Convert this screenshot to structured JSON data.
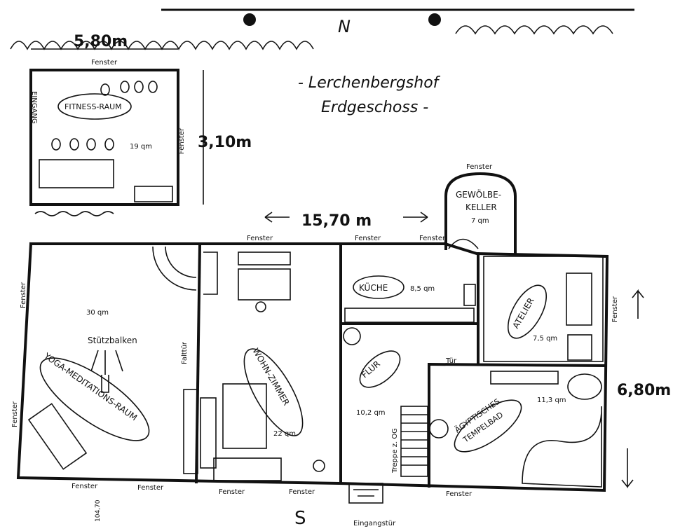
{
  "title": {
    "line1": "- Lerchenbergshof",
    "line2": "Erdgeschoss -"
  },
  "compass": {
    "north": "N",
    "south": "S"
  },
  "dimensions": {
    "top_width": "5,80m",
    "top_height": "3,10m",
    "main_width": "15,70 m",
    "main_height": "6,80m"
  },
  "fitness": {
    "name": "FITNESS-RAUM",
    "entrance": "EINGANG",
    "area": "19 qm",
    "window": "Fenster",
    "window_right": "Fenster"
  },
  "cellar": {
    "name_line1": "GEWÖLBE-",
    "name_line2": "KELLER",
    "area": "7 qm",
    "window": "Fenster"
  },
  "yoga": {
    "name": "YOGA-MEDITATIONS-RAUM",
    "area": "30 qm",
    "beam": "Stützbalken"
  },
  "living": {
    "name": "WOHN-ZIMMER",
    "area": "22 qm",
    "door": "Falttür"
  },
  "kitchen": {
    "name": "KÜCHE",
    "area": "8,5 qm"
  },
  "atelier": {
    "name": "ATELIER",
    "area": "7,5 qm"
  },
  "hall": {
    "name": "FLUR",
    "area": "10,2 qm",
    "stairs": "Treppe z. OG"
  },
  "bath": {
    "name_line1": "ÄGYPTISCHES",
    "name_line2": "TEMPELBAD",
    "area": "11,3 qm",
    "door": "Tür"
  },
  "windows": {
    "label": "Fenster"
  },
  "entrance": {
    "label": "Eingangstür"
  },
  "note": "104,70"
}
